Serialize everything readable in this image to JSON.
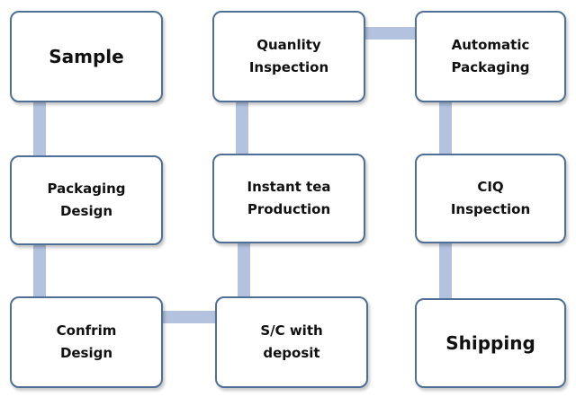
{
  "flow": {
    "sample": "Sample",
    "packaging_design": "Packaging\nDesign",
    "confirm_design": "Confrim\nDesign",
    "sc_with_deposit": "S/C with\ndeposit",
    "instant_tea_production": "Instant tea\nProduction",
    "quality_inspection": "Quanlity\nInspection",
    "automatic_packaging": "Automatic\nPackaging",
    "ciq_inspection": "CIQ\nInspection",
    "shipping": "Shipping"
  },
  "colors": {
    "box_border": "#4f6f96",
    "connector": "#b3c3df",
    "text": "#111111",
    "background": "#ffffff"
  }
}
